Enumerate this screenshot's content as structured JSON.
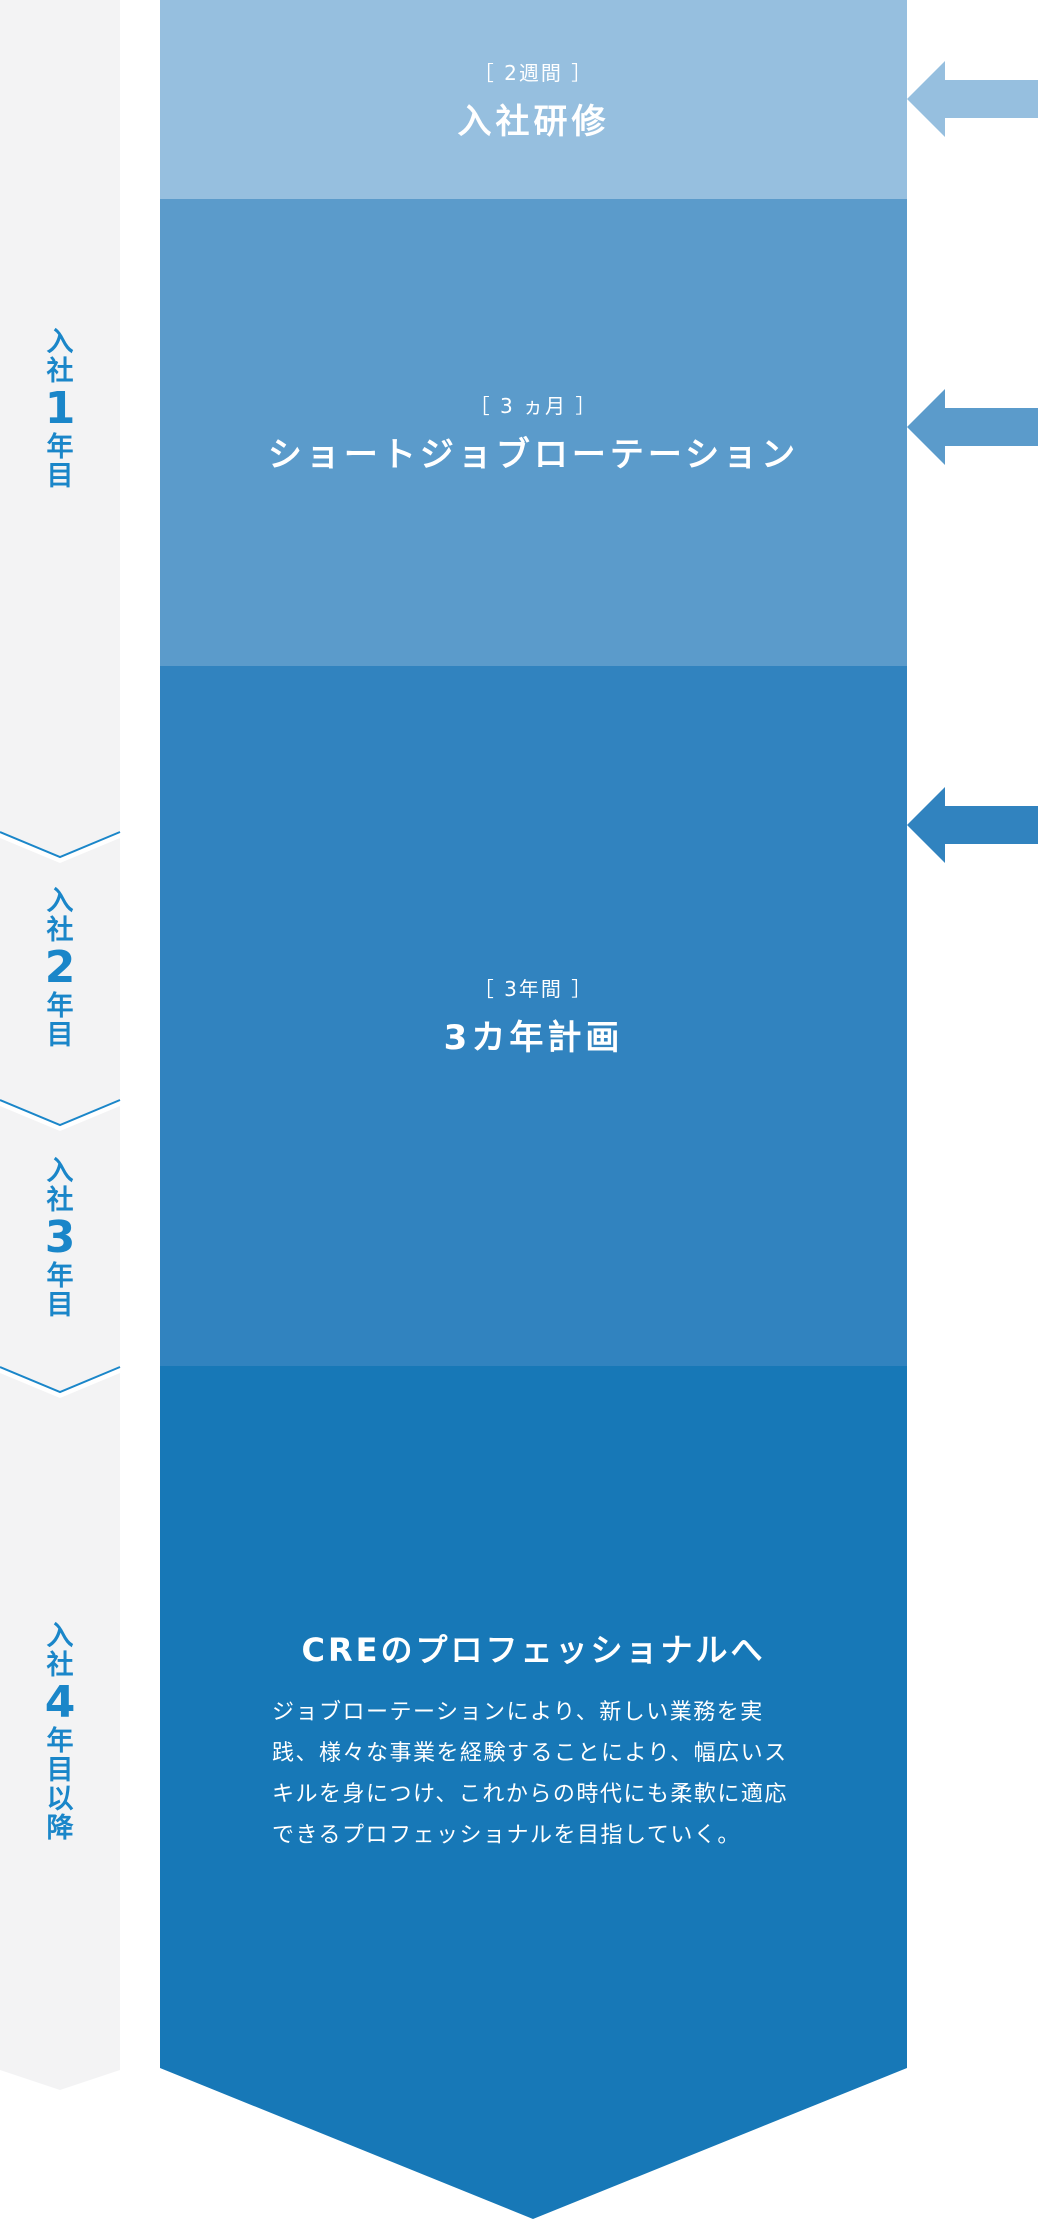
{
  "years": [
    {
      "chars": [
        "入",
        "社"
      ],
      "number": "1",
      "tail": [
        "年",
        "目"
      ]
    },
    {
      "chars": [
        "入",
        "社"
      ],
      "number": "2",
      "tail": [
        "年",
        "目"
      ]
    },
    {
      "chars": [
        "入",
        "社"
      ],
      "number": "3",
      "tail": [
        "年",
        "目"
      ]
    },
    {
      "chars": [
        "入",
        "社"
      ],
      "number": "4",
      "tail": [
        "年",
        "目",
        "以",
        "降"
      ]
    }
  ],
  "stages": [
    {
      "duration": "［ 2週間 ］",
      "title": "入社研修",
      "color": "#96bfdf"
    },
    {
      "duration": "［ 3 ヵ月 ］",
      "title": "ショートジョブローテーション",
      "color": "#5b9bcb"
    },
    {
      "duration": "［ 3年間 ］",
      "title": "3カ年計画",
      "color": "#3183bf"
    }
  ],
  "final": {
    "title": "CREのプロフェッショナルへ",
    "description": "ジョブローテーションにより、新しい業務を実践、様々な事業を経験することにより、幅広いスキルを身につけ、これからの時代にも柔軟に適応できるプロフェッショナルを目指していく。",
    "color": "#1778b7"
  },
  "colors": {
    "sidebar": "#f3f3f4",
    "accent": "#1a86c9"
  }
}
